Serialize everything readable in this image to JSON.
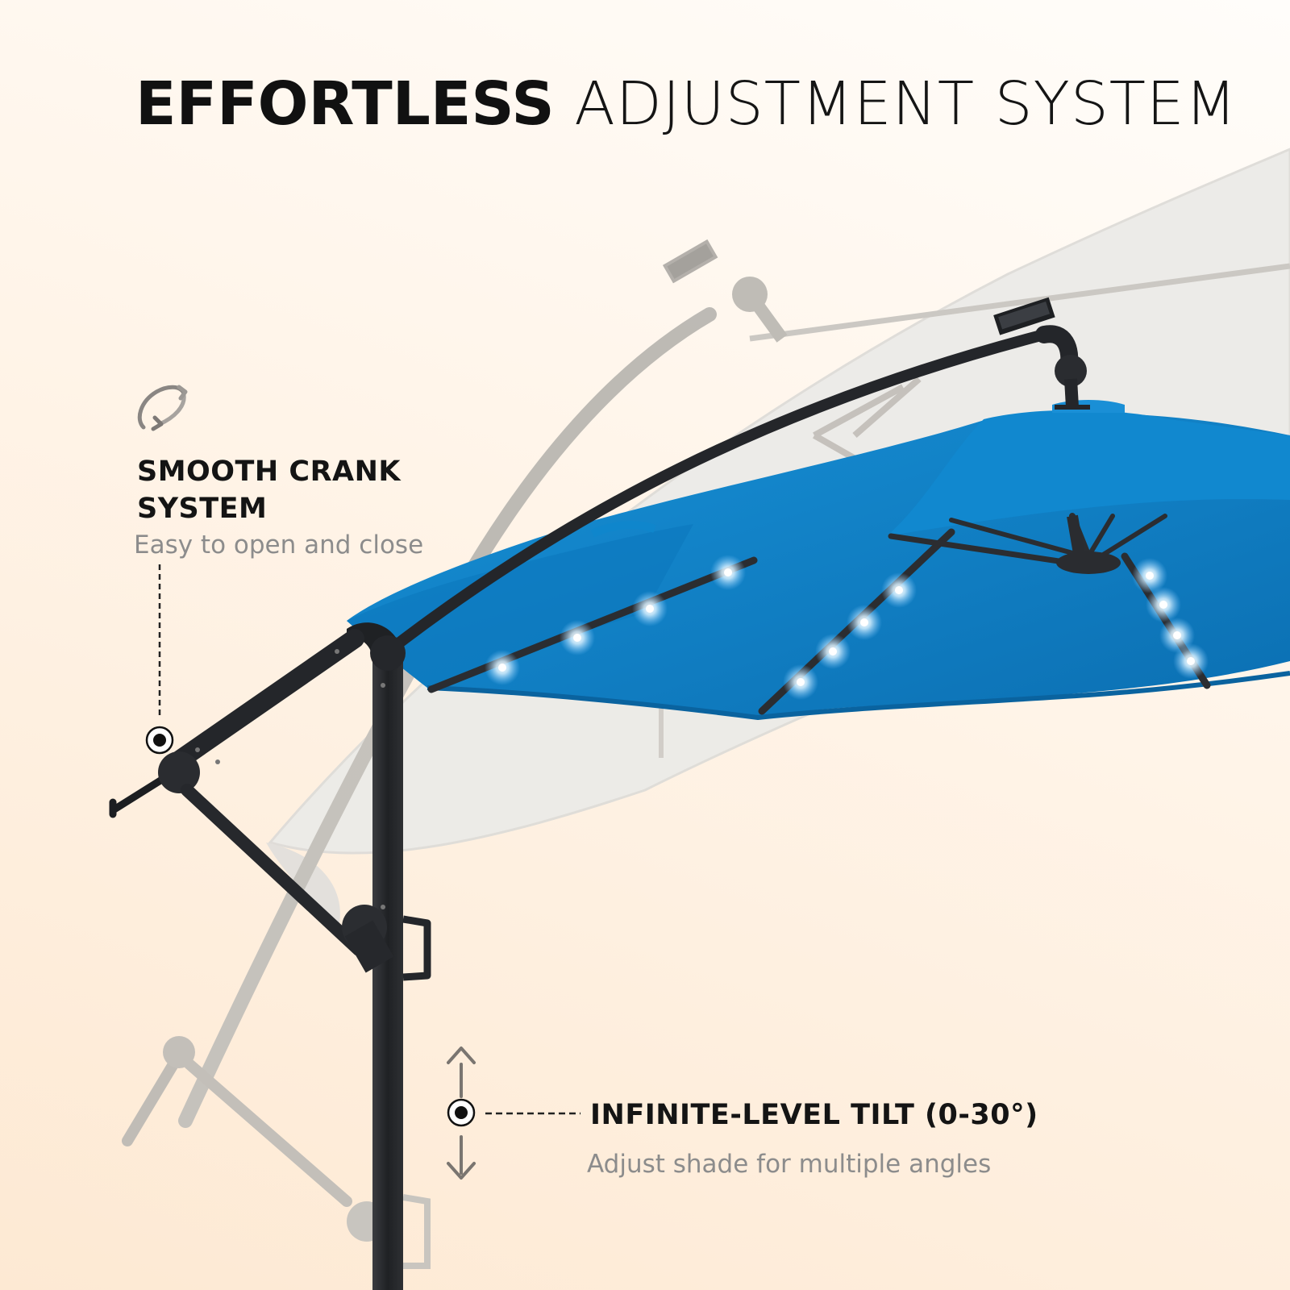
{
  "title": {
    "bold": "EFFORTLESS",
    "light": "ADJUSTMENT SYSTEM"
  },
  "features": {
    "crank": {
      "heading": "SMOOTH CRANK SYSTEM",
      "subtitle": "Easy to open and close",
      "icon": "rotate-arrow-icon"
    },
    "tilt": {
      "heading": "INFINITE-LEVEL TILT (0-30°)",
      "subtitle": "Adjust shade for multiple angles",
      "icons": [
        "arrow-up-icon",
        "arrow-down-icon"
      ]
    }
  },
  "colors": {
    "canopy": "#0f7fc4",
    "canopy_shadow": "#0a69a8",
    "frame": "#26282b",
    "ghost_canopy": "#ecebe8",
    "ghost_frame": "#b9b6b1",
    "led": "#e8f6ff",
    "title": "#111111",
    "subtitle": "#8c8c8c",
    "background_top": "#fffdfa",
    "background_bottom": "#fde9d3"
  }
}
